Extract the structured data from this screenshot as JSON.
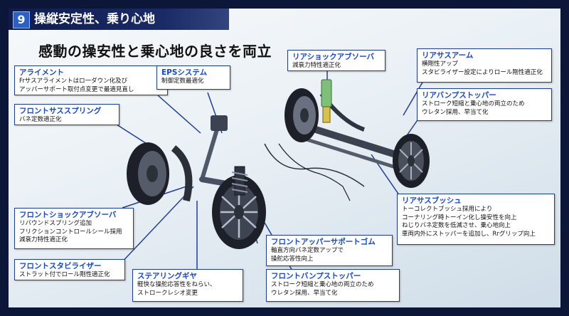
{
  "header": {
    "number": "9",
    "title": "操縦安定性、乗り心地"
  },
  "main_title": "感動の操安性と乗心地の良さを両立",
  "callouts": {
    "alignment": {
      "title": "アライメント",
      "lines": [
        "Frサスアライメントはロ一ダウン化及び",
        "アッパーサポート取付点変更で最適見直し"
      ]
    },
    "eps": {
      "title": "EPSシステム",
      "lines": [
        "制御定数最適化"
      ]
    },
    "front_spring": {
      "title": "フロントサススプリング",
      "lines": [
        "バネ定数適正化"
      ]
    },
    "rear_shock": {
      "title": "リアショックアブソーバ",
      "lines": [
        "減衰力特性適正化"
      ]
    },
    "rear_arm": {
      "title": "リアサスアーム",
      "lines": [
        "横剛性アップ",
        "スタビライザー設定によりロール剛性適正化"
      ]
    },
    "rear_bump": {
      "title": "リアバンプストッパー",
      "lines": [
        "ストローク短縮と乗心地の両立のため",
        "ウレタン採用、早当て化"
      ]
    },
    "rear_bush": {
      "title": "リアサスブッシュ",
      "lines": [
        "トーコレクトブッシュ採用により",
        "コーナリング時トーイン化し操安性を向上",
        "ねじりバネ定数を低減させ、乗心地向上",
        "車両内外にストッパーを追加し、Rrグリップ向上"
      ]
    },
    "front_shock": {
      "title": "フロントショックアブソーバ",
      "lines": [
        "リバウンドスプリング追加",
        "フリクションコントロールシール採用",
        "減衰力特性適正化"
      ]
    },
    "front_upper": {
      "title": "フロントアッパーサポートゴム",
      "lines": [
        "軸直方向バネ定数アップで",
        "操舵応答性向上"
      ]
    },
    "front_stab": {
      "title": "フロントスタビライザー",
      "lines": [
        "ストラット付でロール剛性適正化"
      ]
    },
    "steering_gear": {
      "title": "ステアリングギヤ",
      "lines": [
        "軽快な操舵応答性をねらい、",
        "ストロークレシオ変更"
      ]
    },
    "front_bump": {
      "title": "フロントバンプストッパー",
      "lines": [
        "ストローク短縮と乗心地の両立のため",
        "ウレタン採用、早当て化"
      ]
    }
  }
}
